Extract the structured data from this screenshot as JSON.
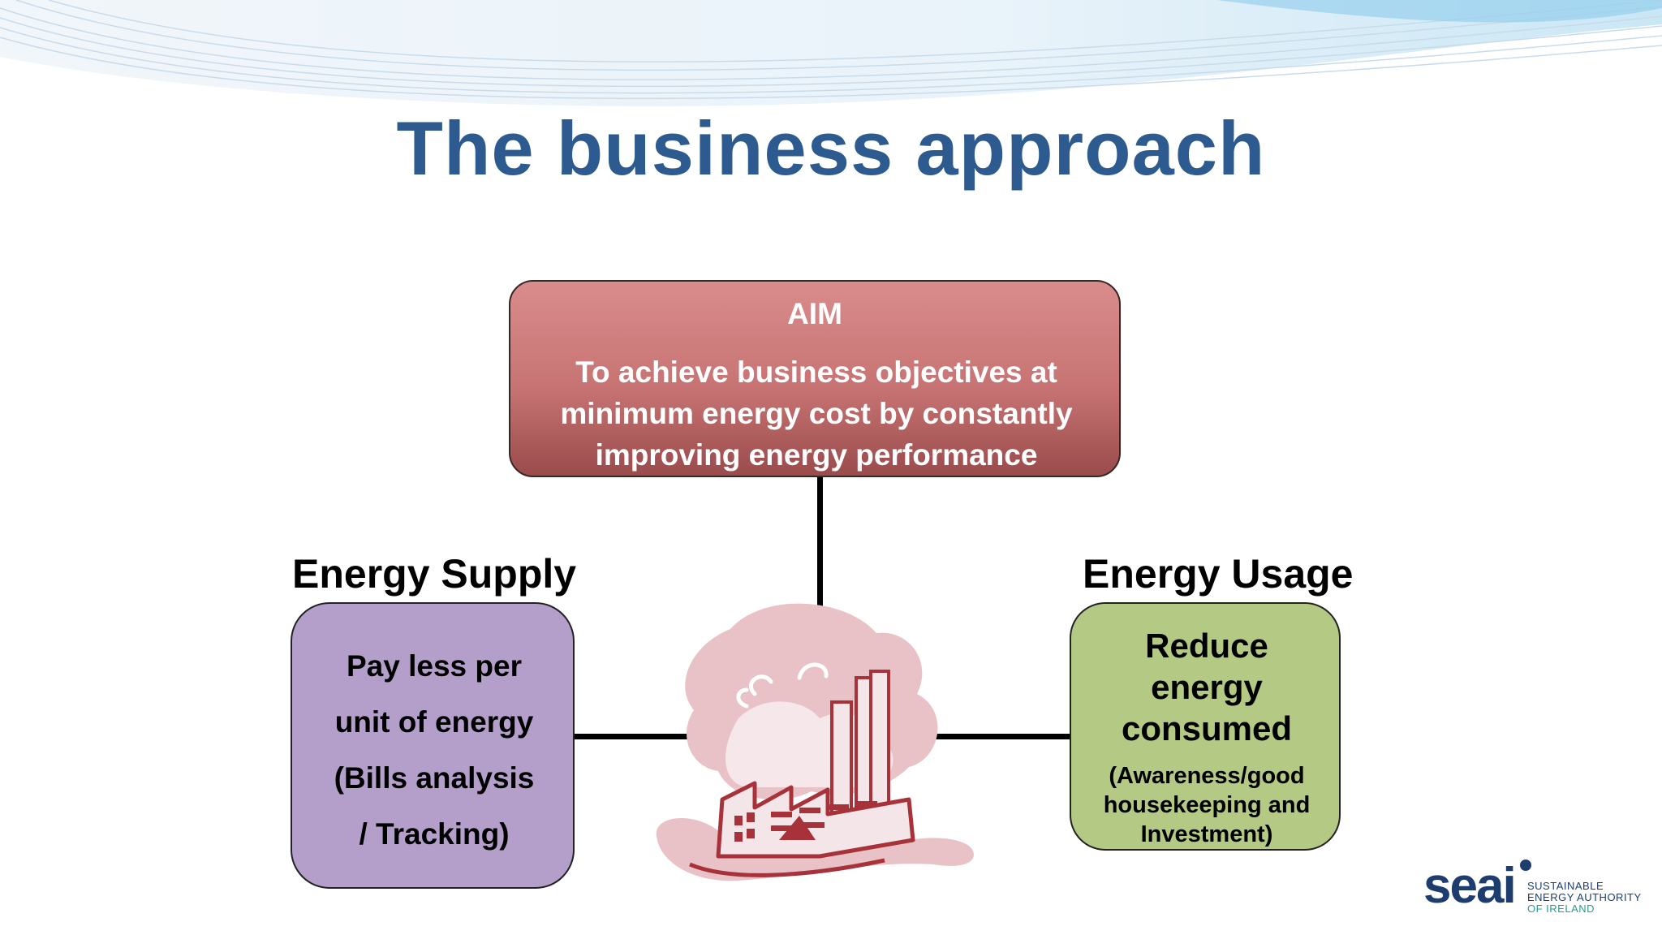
{
  "slide": {
    "title": "The business approach"
  },
  "aim": {
    "heading": "AIM",
    "text": "To achieve business objectives at minimum energy cost by constantly improving energy performance"
  },
  "energy_supply": {
    "label": "Energy Supply",
    "text_lines": [
      "Pay less per",
      "unit of energy",
      "(Bills analysis",
      "/ Tracking)"
    ]
  },
  "energy_usage": {
    "label": "Energy Usage",
    "main_lines": [
      "Reduce",
      "energy",
      "consumed"
    ],
    "sub_lines": [
      "(Awareness/good",
      "housekeeping and",
      "Investment)"
    ]
  },
  "center_image": {
    "icon": "factory-icon"
  },
  "logo": {
    "word": "seai",
    "tagline_lines": [
      "SUSTAINABLE",
      "ENERGY AUTHORITY",
      "OF IRELAND"
    ]
  },
  "colors": {
    "title": "#2e5b8f",
    "aim_box": "#c77373",
    "supply_box": "#b39fca",
    "usage_box": "#b3c984",
    "connector": "#000000"
  }
}
